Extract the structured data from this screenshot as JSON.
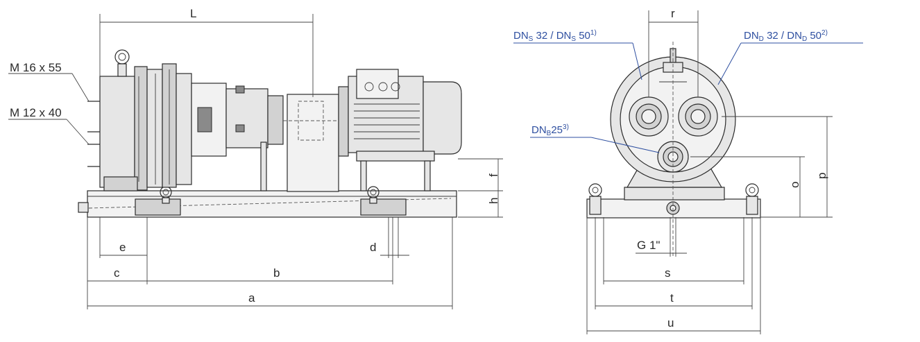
{
  "side_view": {
    "thread_callouts": [
      "M 16 x 55",
      "M 12 x 40"
    ],
    "dimension_labels": {
      "L": "L",
      "e": "e",
      "c": "c",
      "b": "b",
      "a": "a",
      "d": "d",
      "f": "f",
      "h": "h"
    }
  },
  "front_view": {
    "nozzle_labels": {
      "suction": {
        "base": "DN",
        "sub": "S",
        "text": " 32  / DN",
        "sub2": "S",
        "text2": " 50",
        "sup": "1)"
      },
      "discharge": {
        "base": "DN",
        "sub": "D",
        "text": " 32  / DN",
        "sub2": "D",
        "text2": " 50",
        "sup": "2)"
      },
      "bypass": {
        "base": "DN",
        "sub": "B",
        "text": "25",
        "sup": "3)"
      }
    },
    "drain_label": "G 1\"",
    "dimension_labels": {
      "r": "r",
      "p": "p",
      "o": "o",
      "s": "s",
      "t": "t",
      "u": "u"
    }
  },
  "colors": {
    "leader_blue": "#2e4fa0",
    "line": "#2b2b2b"
  }
}
